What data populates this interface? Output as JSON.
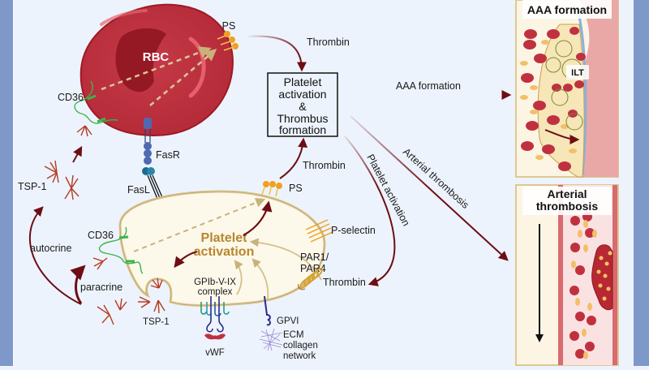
{
  "diagram": {
    "rbc": {
      "label": "RBC",
      "ps_label": "PS",
      "cd36_label": "CD36",
      "fasr_label": "FasR"
    },
    "platelet": {
      "center_label_line1": "Platelet",
      "center_label_line2": "activation",
      "fasl_label": "FasL",
      "ps_label": "PS",
      "cd36_label": "CD36",
      "pselectin_label": "P-selectin",
      "par_label_line1": "PAR1/",
      "par_label_line2": "PAR4",
      "thrombin_label": "Thrombin",
      "gpib_label_line1": "GPIb-V-IX",
      "gpib_label_line2": "complex",
      "vwf_label": "vWF",
      "gpvi_label": "GPVI",
      "ecm_line1": "ECM",
      "ecm_line2": "collagen",
      "ecm_line3": "network",
      "tsp1_bottom_label": "TSP-1"
    },
    "left": {
      "tsp1_label": "TSP-1",
      "autocrine_label": "autocrine",
      "paracrine_label": "paracrine"
    },
    "center_box": {
      "line1": "Platelet",
      "line2": "activation",
      "line3": "&",
      "line4": "Thrombus",
      "line5": "formation"
    },
    "arrows": {
      "thrombin_top": "Thrombin",
      "thrombin_mid": "Thrombin",
      "aaa_formation": "AAA formation",
      "arterial_thrombosis": "Arterial thrombosis",
      "platelet_activation": "Platelet activation"
    },
    "panels": {
      "aaa": {
        "title": "AAA formation",
        "ilt_label": "ILT"
      },
      "arterial": {
        "title_line1": "Arterial",
        "title_line2": "thrombosis"
      }
    },
    "colors": {
      "frame": "#7f98ca",
      "background": "#edf3fc",
      "rbc": "#c0313f",
      "arrow": "#6e0d14",
      "platelet_fill": "#fcf8ea",
      "platelet_outline": "#d9c48e",
      "activation_text": "#b8862c",
      "ps": "#f0a020",
      "cd36": "#3cb44b"
    }
  }
}
